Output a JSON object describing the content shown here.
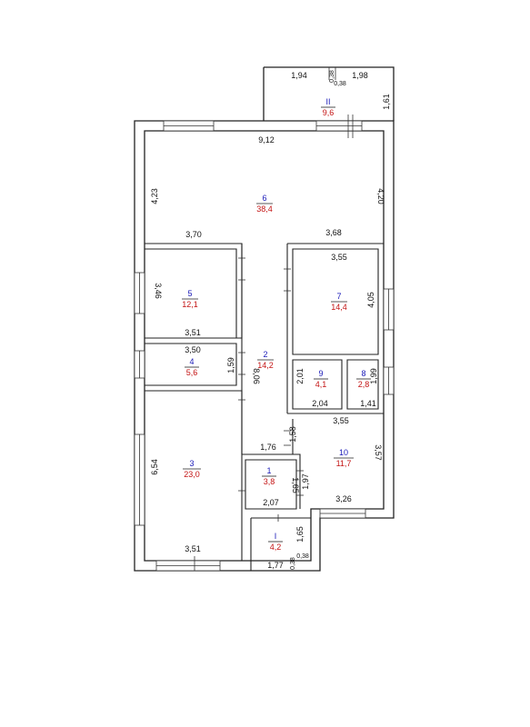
{
  "rooms": [
    {
      "id": "6",
      "number": "6",
      "area": "38,4"
    },
    {
      "id": "5",
      "number": "5",
      "area": "12,1"
    },
    {
      "id": "7",
      "number": "7",
      "area": "14,4"
    },
    {
      "id": "4",
      "number": "4",
      "area": "5,6"
    },
    {
      "id": "2",
      "number": "2",
      "area": "14,2"
    },
    {
      "id": "9",
      "number": "9",
      "area": "4,1"
    },
    {
      "id": "8",
      "number": "8",
      "area": "2,8"
    },
    {
      "id": "3",
      "number": "3",
      "area": "23,0"
    },
    {
      "id": "10",
      "number": "10",
      "area": "11,7"
    },
    {
      "id": "1",
      "number": "1",
      "area": "3,8"
    },
    {
      "id": "I",
      "number": "I",
      "area": "4,2"
    },
    {
      "id": "II",
      "number": "II",
      "area": "9,6"
    }
  ],
  "dimensions": [
    "1,94",
    "0,38",
    "0,38",
    "1,98",
    "1,61",
    "9,12",
    "4,23",
    "4,20",
    "3,70",
    "3,68",
    "3,55",
    "3,46",
    "4,05",
    "3,51",
    "3,50",
    "1,59",
    "8,06",
    "2,01",
    "1,99",
    "2,04",
    "1,41",
    "3,55",
    "1,58",
    "1,76",
    "3,57",
    "6,54",
    "1,97",
    "1,65",
    "2,07",
    "3,26",
    "3,51",
    "1,65",
    "1,77",
    "0,38",
    "0,38"
  ]
}
